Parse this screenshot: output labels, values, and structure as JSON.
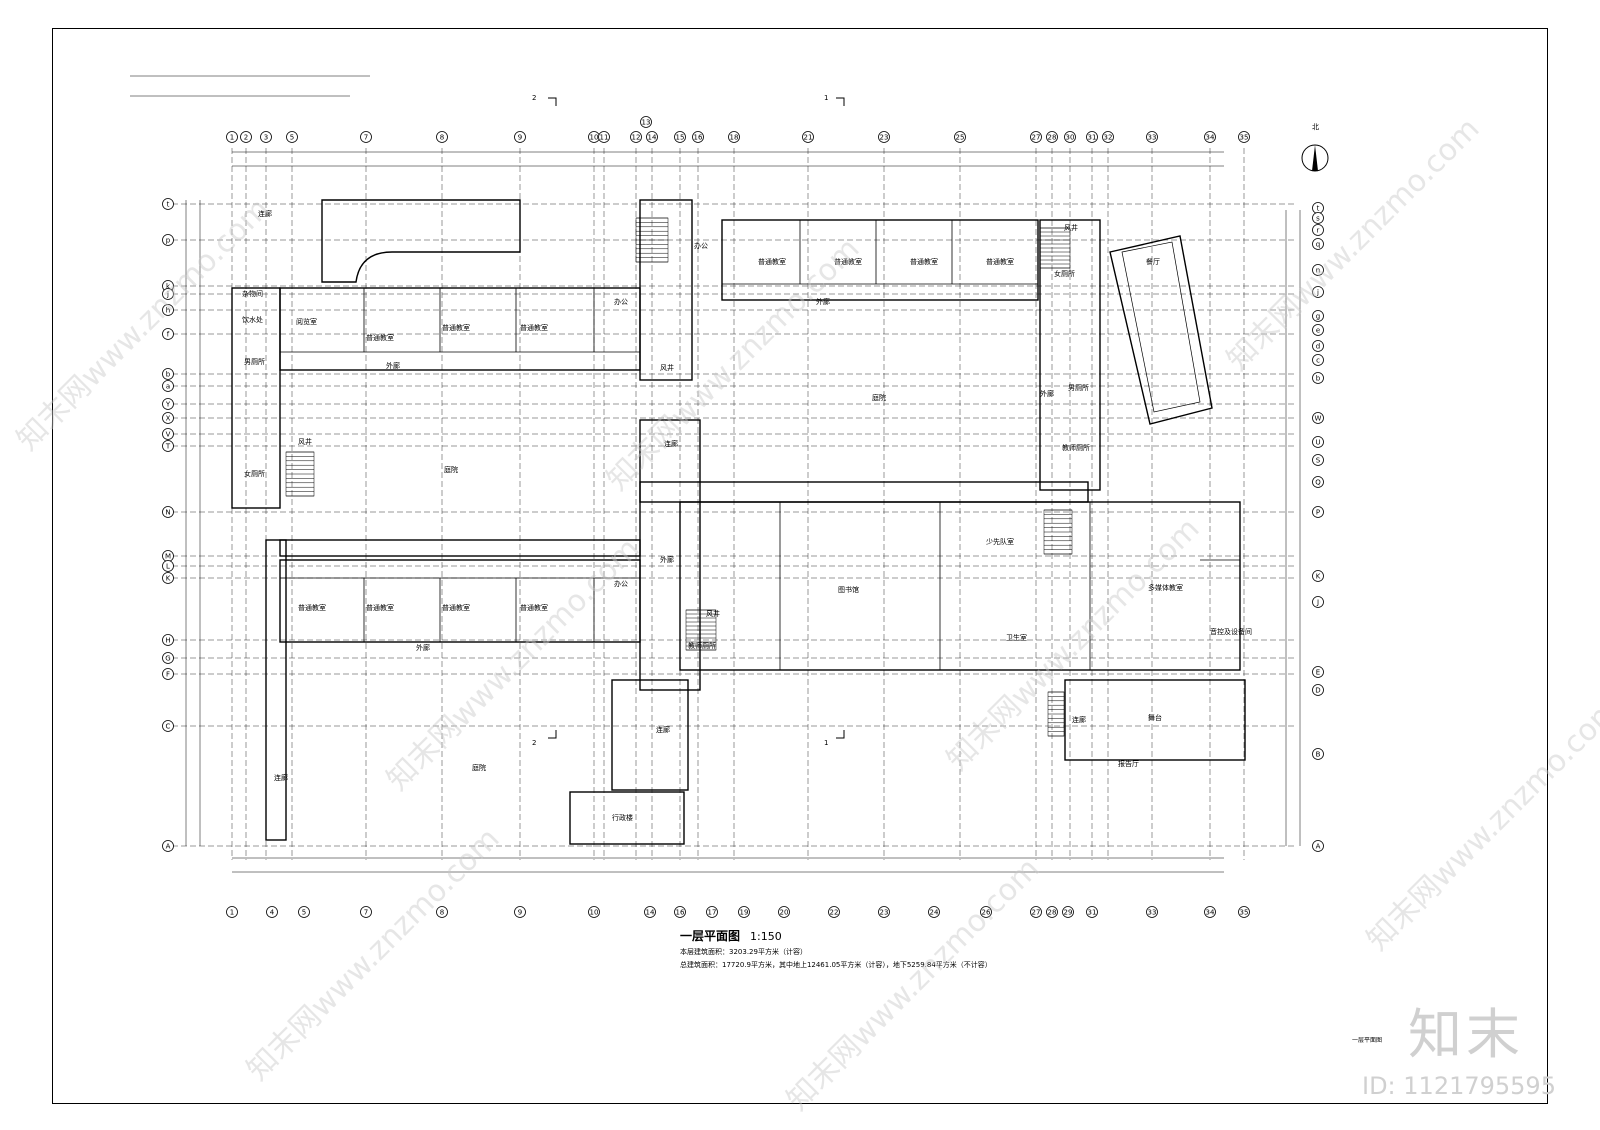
{
  "drawing": {
    "title": "一层平面图",
    "scale": "1:150",
    "area_line1": "本层建筑面积：3203.29平方米（计容）",
    "area_line2": "总建筑面积：17720.9平方米，其中地上12461.05平方米（计容），地下5259.84平方米（不计容）",
    "sheet_label": "一层平面图",
    "north_label": "北"
  },
  "top_axes": [
    "1",
    "2",
    "3",
    "5",
    "7",
    "8",
    "9",
    "10",
    "11",
    "12",
    "14",
    "15",
    "16",
    "18",
    "21",
    "23",
    "25",
    "27",
    "28",
    "30",
    "31",
    "32",
    "33",
    "34",
    "35"
  ],
  "top_axis_extra": "13",
  "bottom_axes": [
    "1",
    "4",
    "5",
    "7",
    "8",
    "9",
    "10",
    "14",
    "16",
    "17",
    "19",
    "20",
    "22",
    "23",
    "24",
    "26",
    "27",
    "28",
    "29",
    "31",
    "33",
    "34",
    "35"
  ],
  "left_axes": [
    "t",
    "p",
    "k",
    "j",
    "h",
    "f",
    "b",
    "a",
    "Y",
    "X",
    "V",
    "T",
    "N",
    "M",
    "L",
    "K",
    "H",
    "G",
    "F",
    "C",
    "A"
  ],
  "right_axes": [
    "t",
    "s",
    "r",
    "q",
    "n",
    "j",
    "g",
    "e",
    "d",
    "c",
    "b",
    "W",
    "U",
    "S",
    "Q",
    "P",
    "K",
    "J",
    "E",
    "D",
    "B",
    "A"
  ],
  "section_marks": [
    "1",
    "2"
  ],
  "rooms": {
    "corridor": "连廊",
    "courtyard": "庭院",
    "outer_corridor": "外廊",
    "classroom": "普通教室",
    "office": "办公",
    "air_shaft": "风井",
    "male_wc": "男厕所",
    "female_wc": "女厕所",
    "water_room": "饮水处",
    "teacher_wc": "教师厕所",
    "library": "图书馆",
    "pioneer_room": "少先队室",
    "clinic": "卫生室",
    "multimedia": "多媒体教室",
    "control": "音控及设备间",
    "stage": "舞台",
    "lecture_hall": "报告厅",
    "admin_building": "行政楼",
    "utility": "杂物间",
    "reading": "阅览室",
    "dining": "餐厅"
  },
  "watermarks": {
    "site": "知末网www.znzmo.com",
    "logo": "知末",
    "id": "ID: 1121795595"
  }
}
